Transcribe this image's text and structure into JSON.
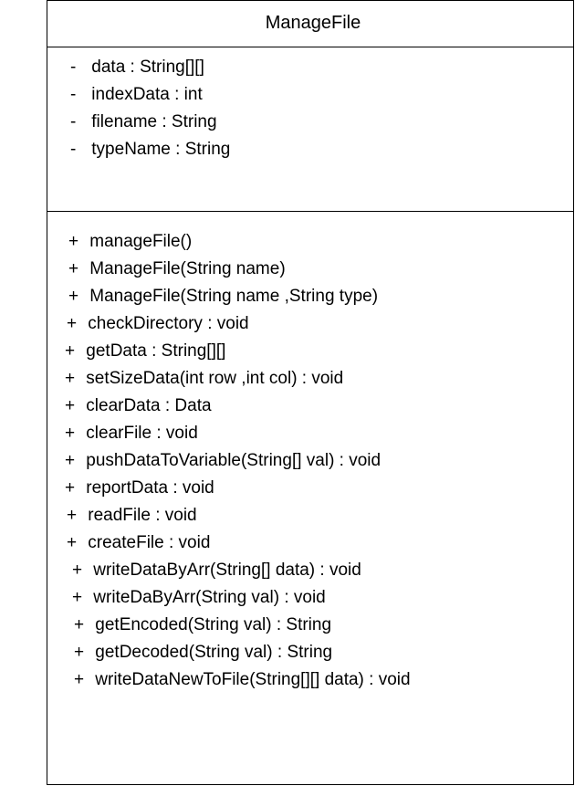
{
  "class": {
    "name": "ManageFile",
    "attributes": [
      {
        "visibility": "-",
        "text": "data : String[][]"
      },
      {
        "visibility": "-",
        "text": "indexData : int"
      },
      {
        "visibility": "-",
        "text": "filename : String"
      },
      {
        "visibility": "-",
        "text": "typeName : String"
      }
    ],
    "operations": [
      {
        "visibility": "+",
        "text": "manageFile()"
      },
      {
        "visibility": "+",
        "text": "ManageFile(String name)"
      },
      {
        "visibility": "+",
        "text": "ManageFile(String name ,String type)"
      },
      {
        "visibility": "+",
        "text": "checkDirectory : void"
      },
      {
        "visibility": "+",
        "text": "getData : String[][]"
      },
      {
        "visibility": "+",
        "text": "setSizeData(int row ,int col) : void"
      },
      {
        "visibility": "+",
        "text": "clearData : Data"
      },
      {
        "visibility": "+",
        "text": "clearFile : void"
      },
      {
        "visibility": "+",
        "text": "pushDataToVariable(String[] val) : void"
      },
      {
        "visibility": "+",
        "text": "reportData : void"
      },
      {
        "visibility": "+",
        "text": "readFile : void"
      },
      {
        "visibility": "+",
        "text": "createFile : void"
      },
      {
        "visibility": "+",
        "text": "writeDataByArr(String[] data) : void"
      },
      {
        "visibility": "+",
        "text": "writeDaByArr(String val) : void"
      },
      {
        "visibility": "+",
        "text": "getEncoded(String val) : String"
      },
      {
        "visibility": "+",
        "text": "getDecoded(String val) : String"
      },
      {
        "visibility": "+",
        "text": "writeDataNewToFile(String[][] data) : void"
      }
    ]
  }
}
